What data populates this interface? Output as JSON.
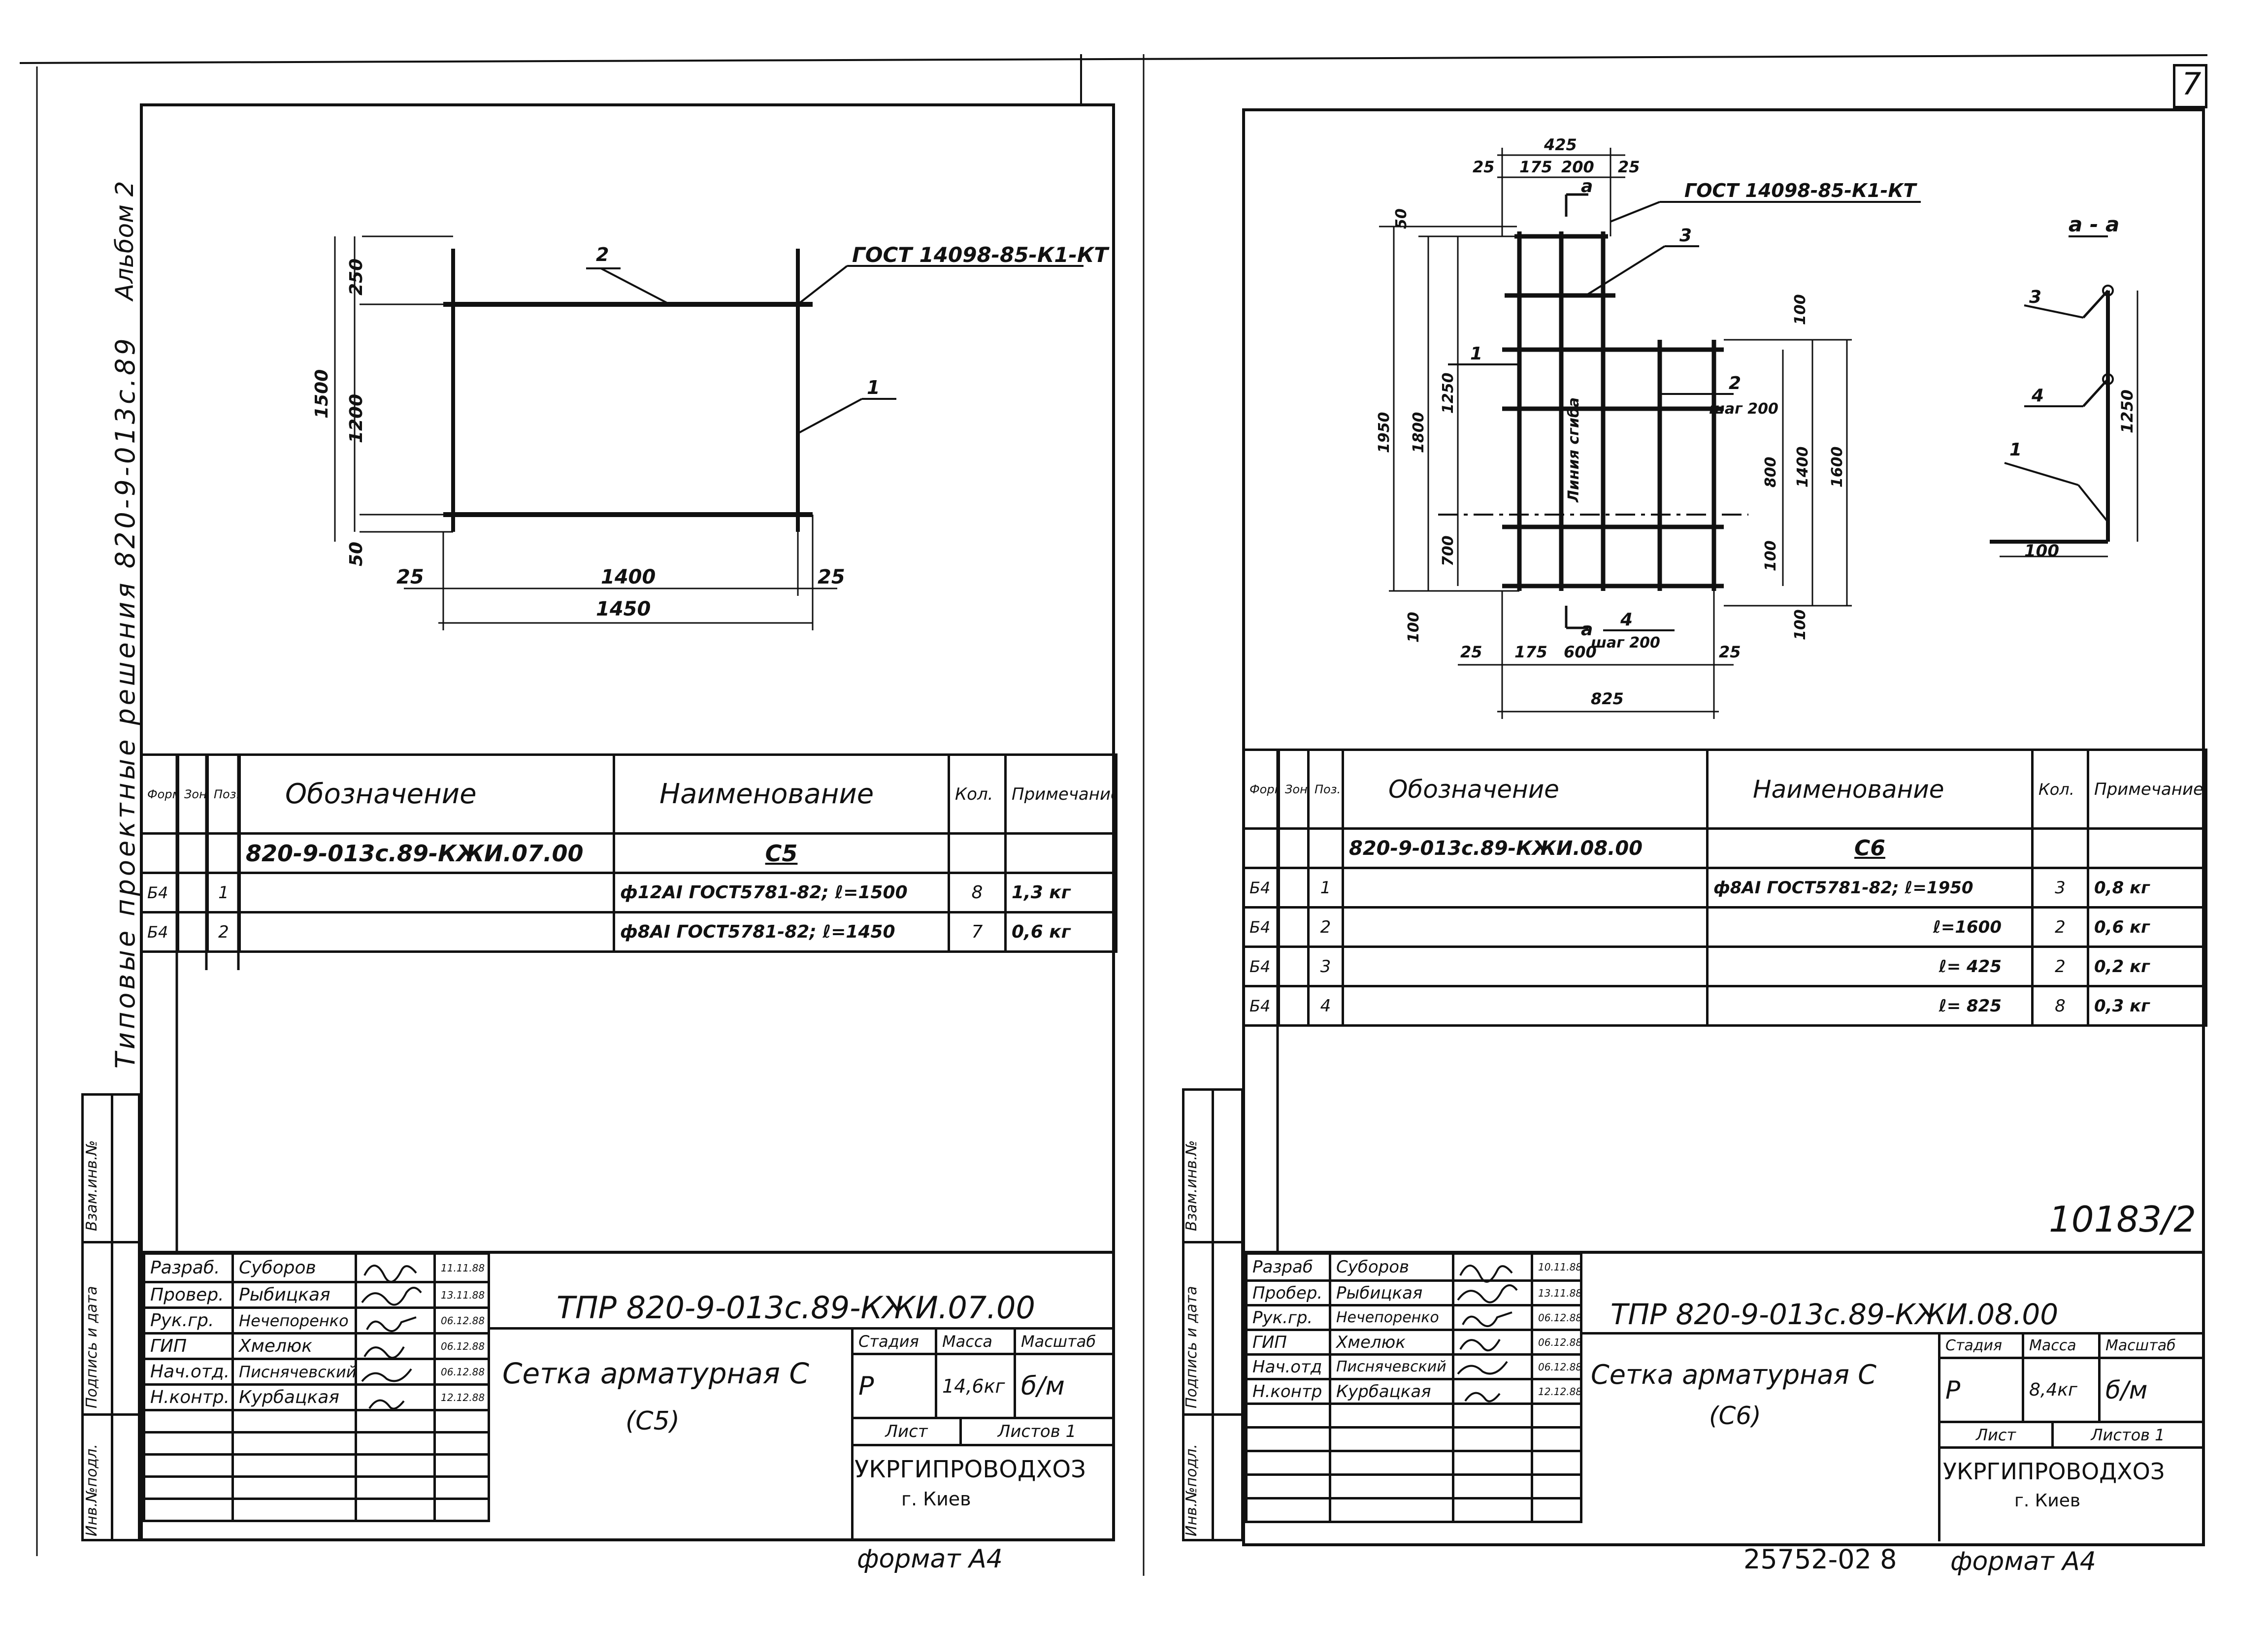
{
  "page_number": "7",
  "album_label": "Альбом 2",
  "series_label": "Типовые проектные решения 820-9-013с.89",
  "side_stamp": [
    "Инв.№подл.",
    "Подпись и дата",
    "Взам.инв.№"
  ],
  "left": {
    "gost_note": "ГОСТ 14098-85-К1-КТ",
    "dims": {
      "d250": "250",
      "d1500": "1500",
      "d1200": "1200",
      "d50": "50",
      "d25a": "25",
      "d1400": "1400",
      "d25b": "25",
      "d1450": "1450",
      "pos2": "2",
      "pos1": "1"
    },
    "spec": {
      "headers": [
        "Формат",
        "Зона",
        "Поз.",
        "Обозначение",
        "Наименование",
        "Кол.",
        "Примечание"
      ],
      "rows": [
        {
          "fmt": "",
          "zone": "",
          "pos": "",
          "code": "820-9-013с.89-КЖИ.07.00",
          "name": "С5",
          "qty": "",
          "note": ""
        },
        {
          "fmt": "Б4",
          "zone": "",
          "pos": "1",
          "code": "",
          "name": "ф12АI ГОСТ5781-82; ℓ=1500",
          "qty": "8",
          "note": "1,3 кг"
        },
        {
          "fmt": "Б4",
          "zone": "",
          "pos": "2",
          "code": "",
          "name": "ф8АI ГОСТ5781-82; ℓ=1450",
          "qty": "7",
          "note": "0,6 кг"
        }
      ]
    },
    "title": {
      "people": [
        {
          "role": "Разраб.",
          "name": "Суборов",
          "date": "11.11.88"
        },
        {
          "role": "Провер.",
          "name": "Рыбицкая",
          "date": "13.11.88"
        },
        {
          "role": "Рук.гр.",
          "name": "Нечепоренко",
          "date": "06.12.88"
        },
        {
          "role": "ГИП",
          "name": "Хмелюк",
          "date": "06.12.88"
        },
        {
          "role": "Нач.отд.",
          "name": "Писнячевский",
          "date": "06.12.88"
        },
        {
          "role": "Н.контр.",
          "name": "Курбацкая",
          "date": "12.12.88"
        }
      ],
      "doc_code": "ТПР 820-9-013с.89-КЖИ.07.00",
      "name_line1": "Сетка арматурная С",
      "name_line2": "(С5)",
      "stage_header": "Стадия",
      "mass_header": "Масса",
      "scale_header": "Масштаб",
      "stage": "Р",
      "mass": "14,6кг",
      "scale": "б/м",
      "sheet_label": "Лист",
      "sheets_label": "Листов 1",
      "org_name": "УКРГИПРОВОДХОЗ",
      "org_city": "г. Киев"
    },
    "format_label": "формат А4"
  },
  "right": {
    "dims": {
      "d425": "425",
      "d25a": "25",
      "d175": "175",
      "d200": "200",
      "d25b": "25",
      "d50": "50",
      "d1950": "1950",
      "d1800": "1800",
      "d1250": "1250",
      "d700": "700",
      "d100a": "100",
      "d100b": "100",
      "d800": "800",
      "d1400": "1400",
      "d1600": "1600",
      "d100c": "100",
      "d100d": "100",
      "d25c": "25",
      "d175b": "175",
      "d600": "600",
      "d25d": "25",
      "d825": "825",
      "pos1": "1",
      "pos2": "2",
      "pos3": "3",
      "pos4": "4",
      "step1": "шаг 200",
      "step2": "шаг 200",
      "bend": "Линия сгиба",
      "sec_a1": "а",
      "sec_a2": "а"
    },
    "gost_note": "ГОСТ 14098-85-К1-КТ",
    "section": {
      "title": "а - а",
      "p3": "3",
      "p4": "4",
      "p1": "1",
      "d1250": "1250",
      "d100": "100"
    },
    "spec": {
      "headers": [
        "Формат",
        "Зона",
        "Поз.",
        "Обозначение",
        "Наименование",
        "Кол.",
        "Примечание"
      ],
      "rows": [
        {
          "fmt": "",
          "zone": "",
          "pos": "",
          "code": "820-9-013с.89-КЖИ.08.00",
          "name": "С6",
          "qty": "",
          "note": ""
        },
        {
          "fmt": "Б4",
          "zone": "",
          "pos": "1",
          "code": "",
          "name": "ф8АI ГОСТ5781-82; ℓ=1950",
          "qty": "3",
          "note": "0,8 кг"
        },
        {
          "fmt": "Б4",
          "zone": "",
          "pos": "2",
          "code": "",
          "name": "ℓ=1600",
          "qty": "2",
          "note": "0,6 кг"
        },
        {
          "fmt": "Б4",
          "zone": "",
          "pos": "3",
          "code": "",
          "name": "ℓ= 425",
          "qty": "2",
          "note": "0,2 кг"
        },
        {
          "fmt": "Б4",
          "zone": "",
          "pos": "4",
          "code": "",
          "name": "ℓ= 825",
          "qty": "8",
          "note": "0,3 кг"
        }
      ]
    },
    "handwritten_note": "10183/2",
    "title": {
      "people": [
        {
          "role": "Разраб",
          "name": "Суборов",
          "date": "10.11.88"
        },
        {
          "role": "Пробер.",
          "name": "Рыбицкая",
          "date": "13.11.88"
        },
        {
          "role": "Рук.гр.",
          "name": "Нечепоренко",
          "date": "06.12.88"
        },
        {
          "role": "ГИП",
          "name": "Хмелюк",
          "date": "06.12.88"
        },
        {
          "role": "Нач.отд",
          "name": "Писнячевский",
          "date": "06.12.88"
        },
        {
          "role": "Н.контр",
          "name": "Курбацкая",
          "date": "12.12.88"
        }
      ],
      "doc_code": "ТПР 820-9-013с.89-КЖИ.08.00",
      "name_line1": "Сетка арматурная С",
      "name_line2": "(С6)",
      "stage_header": "Стадия",
      "mass_header": "Масса",
      "scale_header": "Масштаб",
      "stage": "Р",
      "mass": "8,4кг",
      "scale": "б/м",
      "sheet_label": "Лист",
      "sheets_label": "Листов 1",
      "org_name": "УКРГИПРОВОДХОЗ",
      "org_city": "г. Киев"
    },
    "archive_number": "25752-02 8",
    "format_label": "формат А4"
  }
}
